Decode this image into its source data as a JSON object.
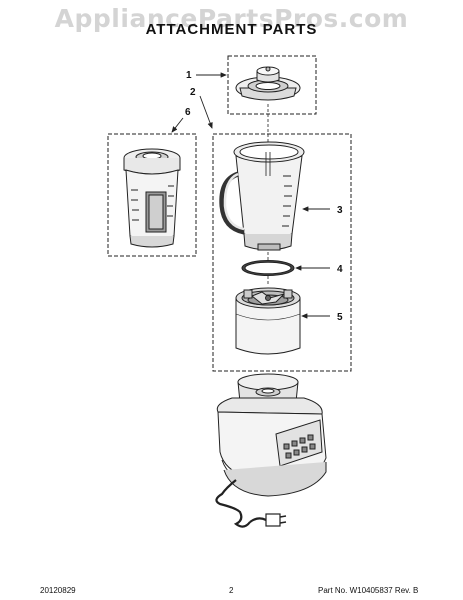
{
  "watermark": "AppliancePartsPros.com",
  "title": "ATTACHMENT PARTS",
  "callouts": {
    "c1": "1",
    "c2": "2",
    "c3": "3",
    "c4": "4",
    "c5": "5",
    "c6": "6"
  },
  "footer": {
    "date": "20120829",
    "page": "2",
    "part_label": "Part No. W10405837  Rev. B"
  },
  "colors": {
    "line": "#222222",
    "fill_light": "#f2f2f2",
    "fill_mid": "#d8d8d8",
    "fill_dark": "#b9b9b9"
  }
}
